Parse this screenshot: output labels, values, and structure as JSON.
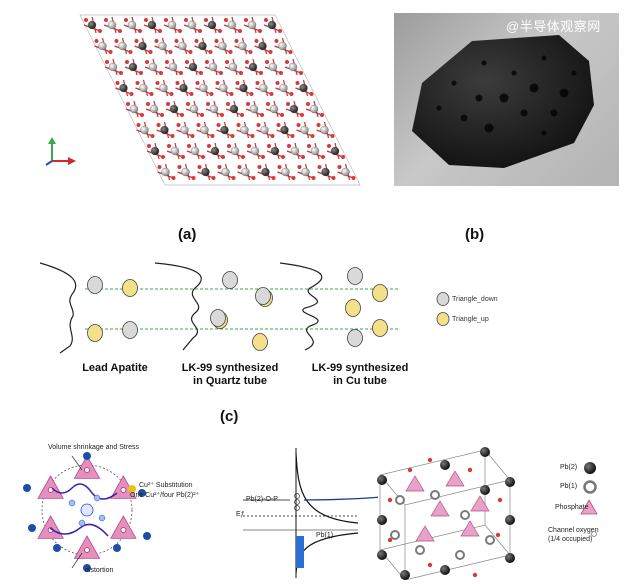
{
  "watermark": "@半导体观察网",
  "panels": {
    "a": "(a)",
    "b": "(b)",
    "c": "(c)"
  },
  "panel_c": {
    "legend": [
      "Triangle_down",
      "Triangle_up"
    ],
    "captions": [
      "Lead Apatite",
      "LK-99 synthesized\nin Quartz tube",
      "LK-99 synthesized\nin Cu tube"
    ],
    "colors": {
      "triangle_down": "#d9d9d9",
      "triangle_up": "#f5e08a",
      "guide_line": "#3aa84a"
    }
  },
  "bottom": {
    "volume_text": "Volume shrinkage and Stress",
    "cu_sub_line1": "Cu²⁺ Substitution",
    "cu_sub_line2": "One Cu²⁺/four Pb(2)²⁺",
    "distortion": "distortion",
    "pb2_label": "Pb(2)-O-P",
    "ef_label": "Eƒ",
    "pb1_label": "Pb(1)",
    "legend_pb2": "Pb(2)",
    "legend_pb1": "Pb(1)",
    "legend_phosphate": "Phosphate",
    "legend_channel1": "Channel oxygen",
    "legend_channel2": "(1/4 occupied)"
  }
}
